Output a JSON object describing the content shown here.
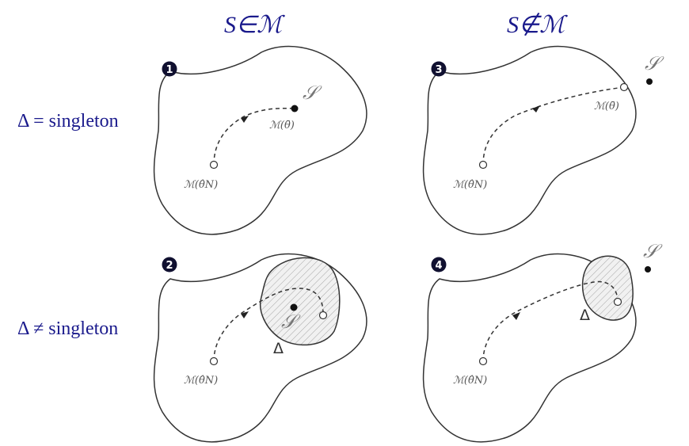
{
  "columns": [
    {
      "header": "S∈ℳ"
    },
    {
      "header": "S∉ℳ"
    }
  ],
  "rows": [
    {
      "label": "Δ = singleton"
    },
    {
      "label": "Δ ≠ singleton"
    }
  ],
  "panels": [
    {
      "number": "1",
      "system_label": "𝒮",
      "model_true_label": "ℳ(θ̄)",
      "model_est_label": "ℳ(θ̂N)"
    },
    {
      "number": "2",
      "system_label": "𝒮",
      "delta_label": "Δ",
      "model_est_label": "ℳ(θ̂N)"
    },
    {
      "number": "3",
      "system_label": "𝒮",
      "model_true_label": "ℳ(θ̄)",
      "model_est_label": "ℳ(θ̂N)"
    },
    {
      "number": "4",
      "system_label": "𝒮",
      "delta_label": "Δ",
      "model_est_label": "ℳ(θ̂N)"
    }
  ],
  "colors": {
    "header_text": "#1a1a8c",
    "outline": "#333333",
    "hatch": "#9a9a9a",
    "badge": "#101030"
  }
}
